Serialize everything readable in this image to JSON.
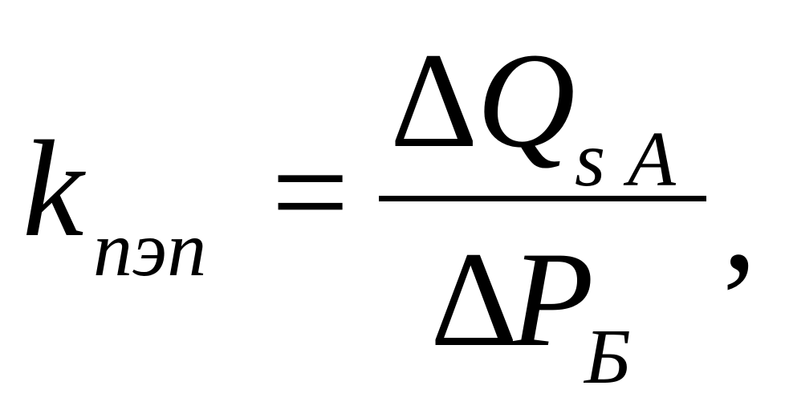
{
  "formula": {
    "lhs": {
      "symbol": "k",
      "subscript": "пэп"
    },
    "equals": "=",
    "numerator": {
      "delta": "Δ",
      "symbol": "Q",
      "subscript_1": "s",
      "subscript_2": "A"
    },
    "denominator": {
      "delta": "Δ",
      "symbol": "P",
      "subscript": "Б"
    },
    "trailing": ","
  }
}
